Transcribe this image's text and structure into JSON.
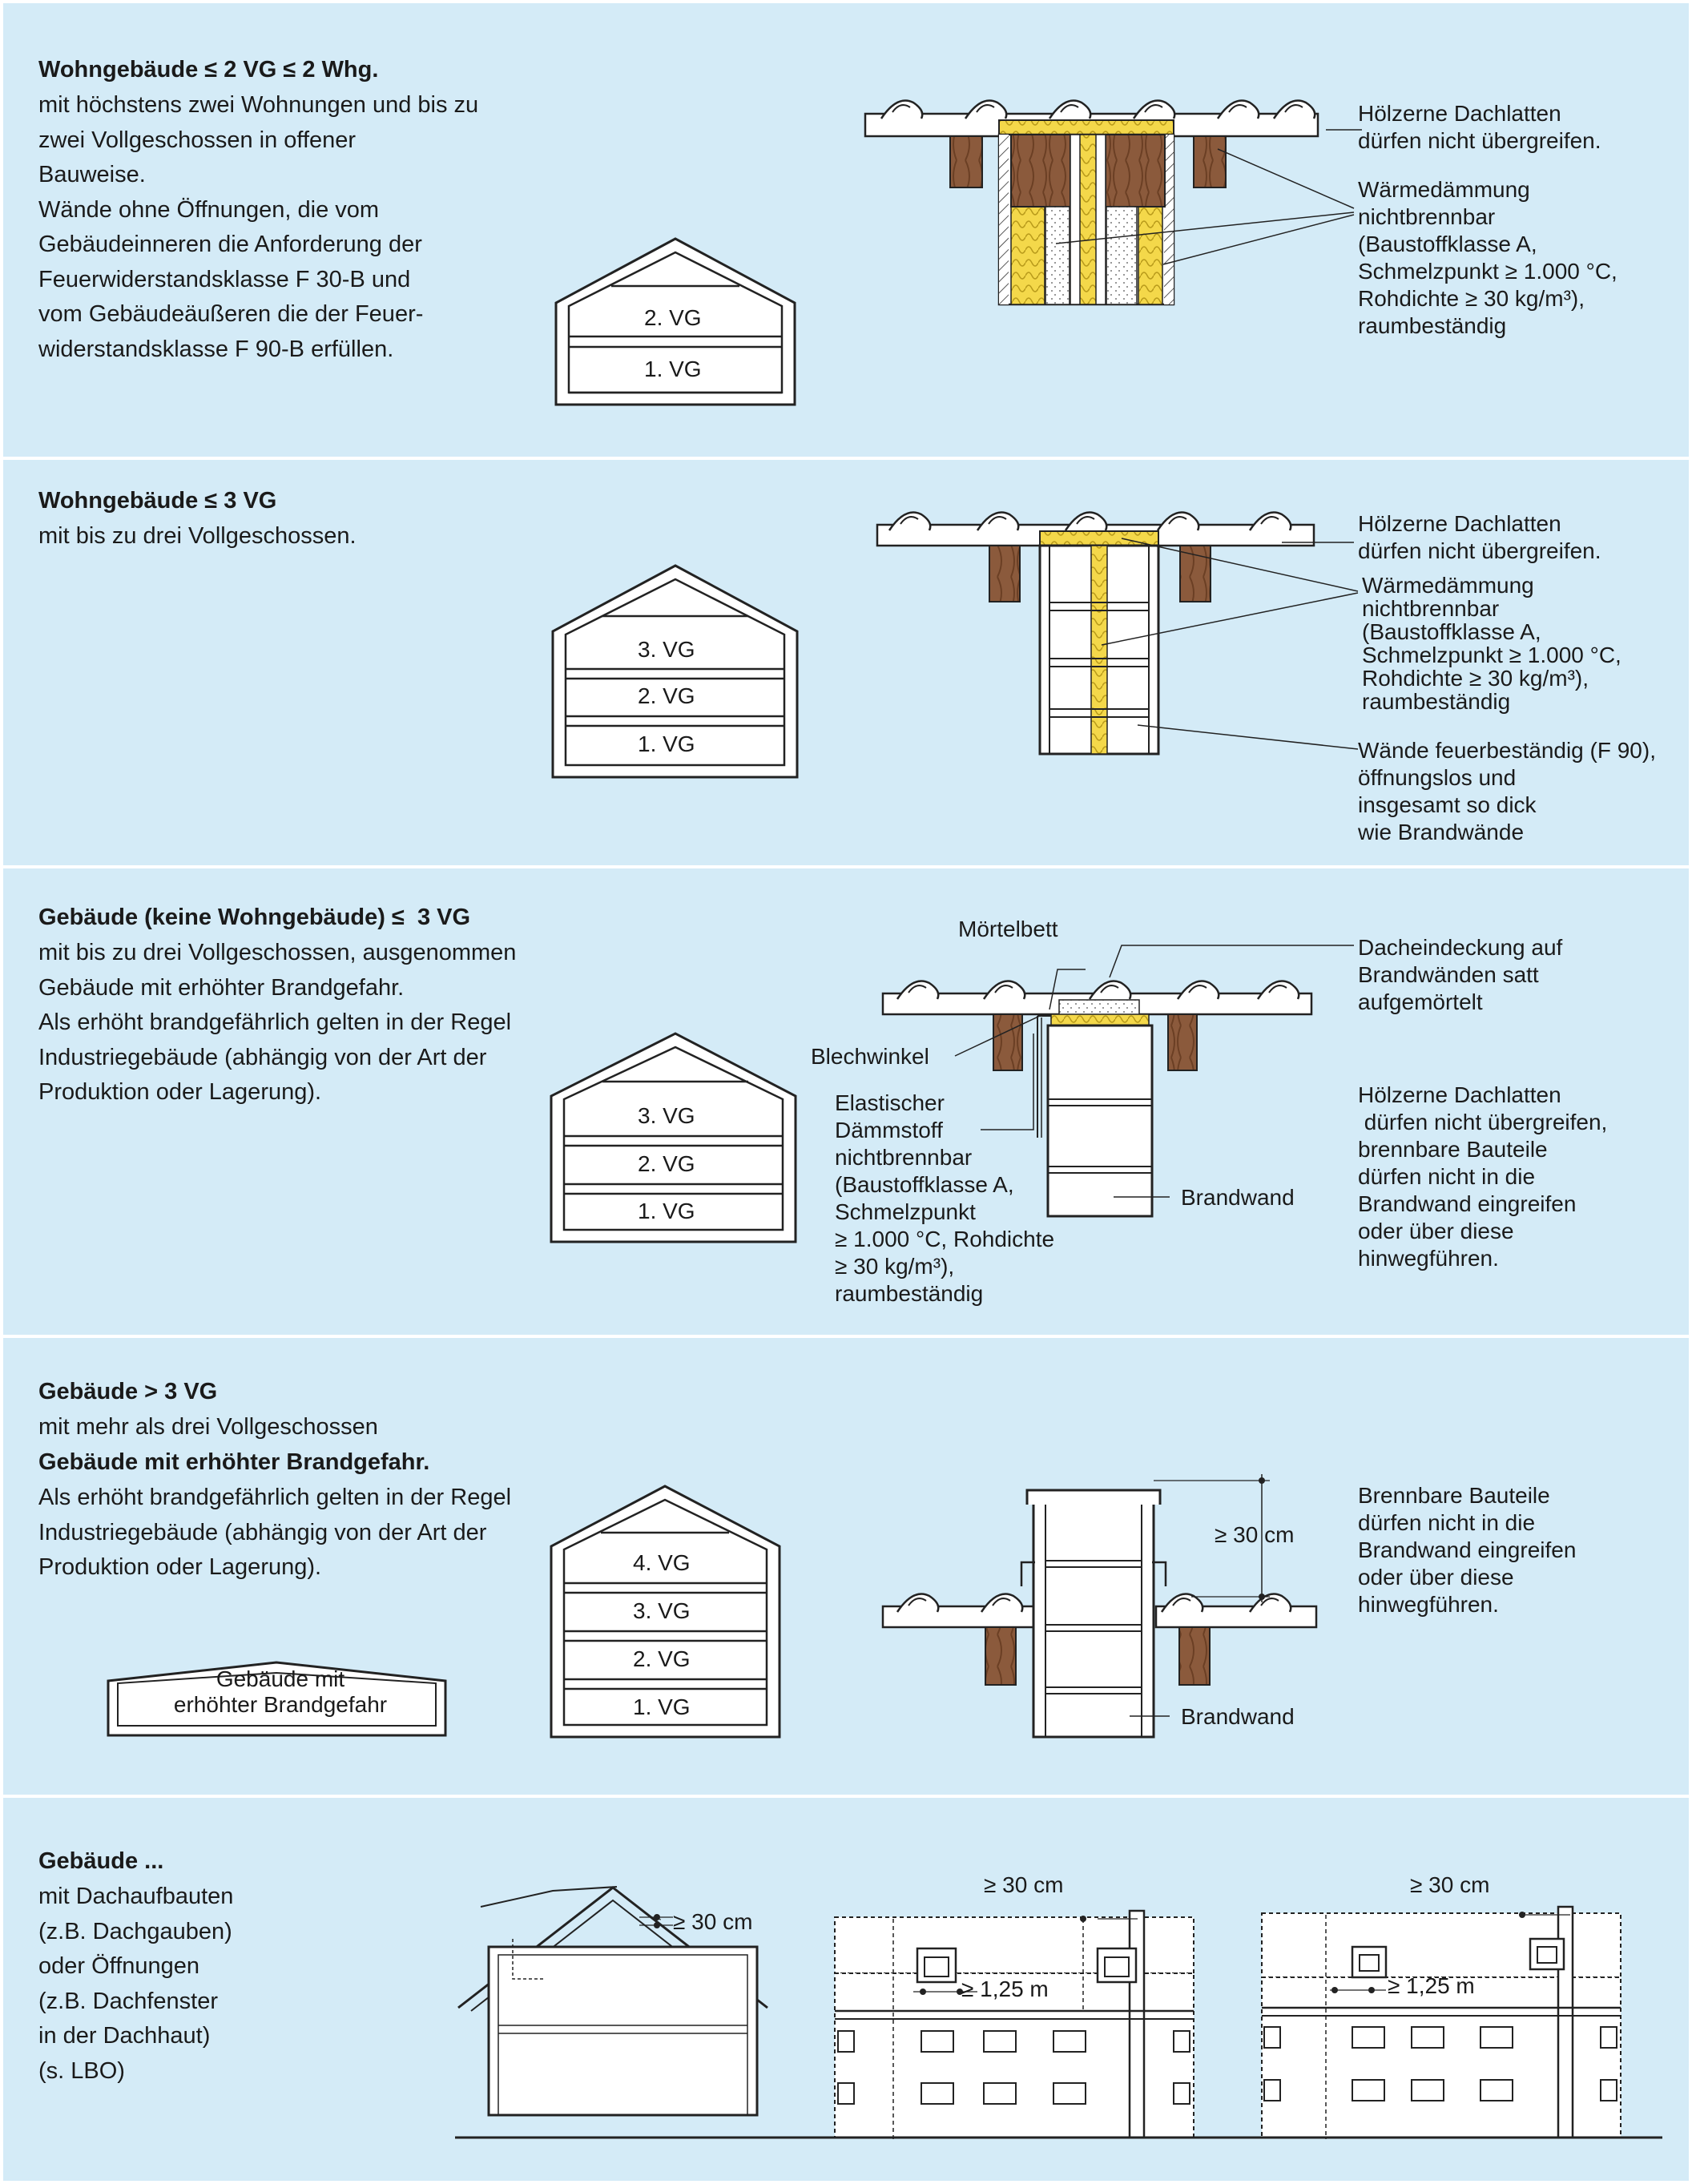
{
  "colors": {
    "panel": "#d4ebf7",
    "wood": "#8b5a3c",
    "insulation": "#f4d84a",
    "line": "#222222",
    "divider": "#9aa6ad"
  },
  "s1": {
    "title": "Wohngebäude ≤ 2 VG ≤ 2 Whg.",
    "body": "mit höchstens zwei Wohnungen und bis zu\nzwei Vollgeschossen in offener\nBauweise.\nWände ohne Öffnungen, die vom\nGebäudeinneren die Anforderung der\nFeuerwiderstandsklasse F 30-B und\nvom Gebäudeäußeren die der Feuer-\nwiderstandsklasse F 90-B erfüllen.",
    "floors": [
      "2. VG",
      "1. VG"
    ],
    "note1": "Hölzerne Dachlatten\ndürfen nicht übergreifen.",
    "note2": "Wärmedämmung\nnichtbrennbar\n(Baustoffklasse A,\nSchmelzpunkt ≥ 1.000 °C,\nRohdichte ≥ 30 kg/m³),\nraumbeständig"
  },
  "s2": {
    "title": "Wohngebäude ≤ 3 VG",
    "body": "mit bis zu drei Vollgeschossen.",
    "floors": [
      "3. VG",
      "2. VG",
      "1. VG"
    ],
    "note1": "Hölzerne Dachlatten\ndürfen nicht übergreifen.",
    "note2": "Wärmedämmung\nnichtbrennbar\n(Baustoffklasse A,\nSchmelzpunkt ≥ 1.000 °C,\nRohdichte ≥ 30 kg/m³),\nraumbeständig",
    "note3": "Wände feuerbeständig (F 90),\nöffnungslos und\ninsgesamt so dick\nwie Brandwände"
  },
  "s3": {
    "title": "Gebäude (keine Wohngebäude) ≤  3 VG",
    "body": "mit bis zu drei Vollgeschossen, ausgenommen\nGebäude mit erhöhter Brandgefahr.\nAls erhöht brandgefährlich gelten in der Regel\nIndustriegebäude (abhängig von der Art der\nProduktion oder Lagerung).",
    "floors": [
      "3. VG",
      "2. VG",
      "1. VG"
    ],
    "moertel": "Mörtelbett",
    "blech": "Blechwinkel",
    "daemm": "Elastischer\nDämmstoff\nnichtbrennbar\n(Baustoffklasse A,\nSchmelzpunkt\n≥ 1.000 °C, Rohdichte\n≥ 30 kg/m³),\nraumbeständig",
    "brandwand": "Brandwand",
    "note1": "Dacheindeckung auf\nBrandwänden satt\naufgemörtelt",
    "note2": "Hölzerne Dachlatten\n dürfen nicht übergreifen,\nbrennbare Bauteile\ndürfen nicht in die\nBrandwand eingreifen\noder über diese\nhinwegführen."
  },
  "s4": {
    "title": "Gebäude > 3 VG",
    "line1": "mit mehr als drei Vollgeschossen",
    "line2": "Gebäude mit erhöhter Brandgefahr.",
    "body": "Als erhöht brandgefährlich gelten in der Regel\nIndustriegebäude (abhängig von der Art der\nProduktion oder Lagerung).",
    "floors": [
      "4. VG",
      "3. VG",
      "2. VG",
      "1. VG"
    ],
    "hazard": "Gebäude mit\nerhöhter Brandgefahr",
    "dim": "≥ 30 cm",
    "brandwand": "Brandwand",
    "note1": "Brennbare Bauteile\ndürfen nicht in die\nBrandwand eingreifen\noder über diese\nhinwegführen."
  },
  "s5": {
    "title": "Gebäude ...",
    "body": "mit Dachaufbauten\n(z.B. Dachgauben)\noder Öffnungen\n(z.B. Dachfenster\nin der Dachhaut)\n(s. LBO)",
    "dim30a": "≥ 30 cm",
    "dim30b": "≥ 30 cm",
    "dim30c": "≥ 30 cm",
    "dim125a": "≥ 1,25 m",
    "dim125b": "≥ 1,25 m"
  }
}
